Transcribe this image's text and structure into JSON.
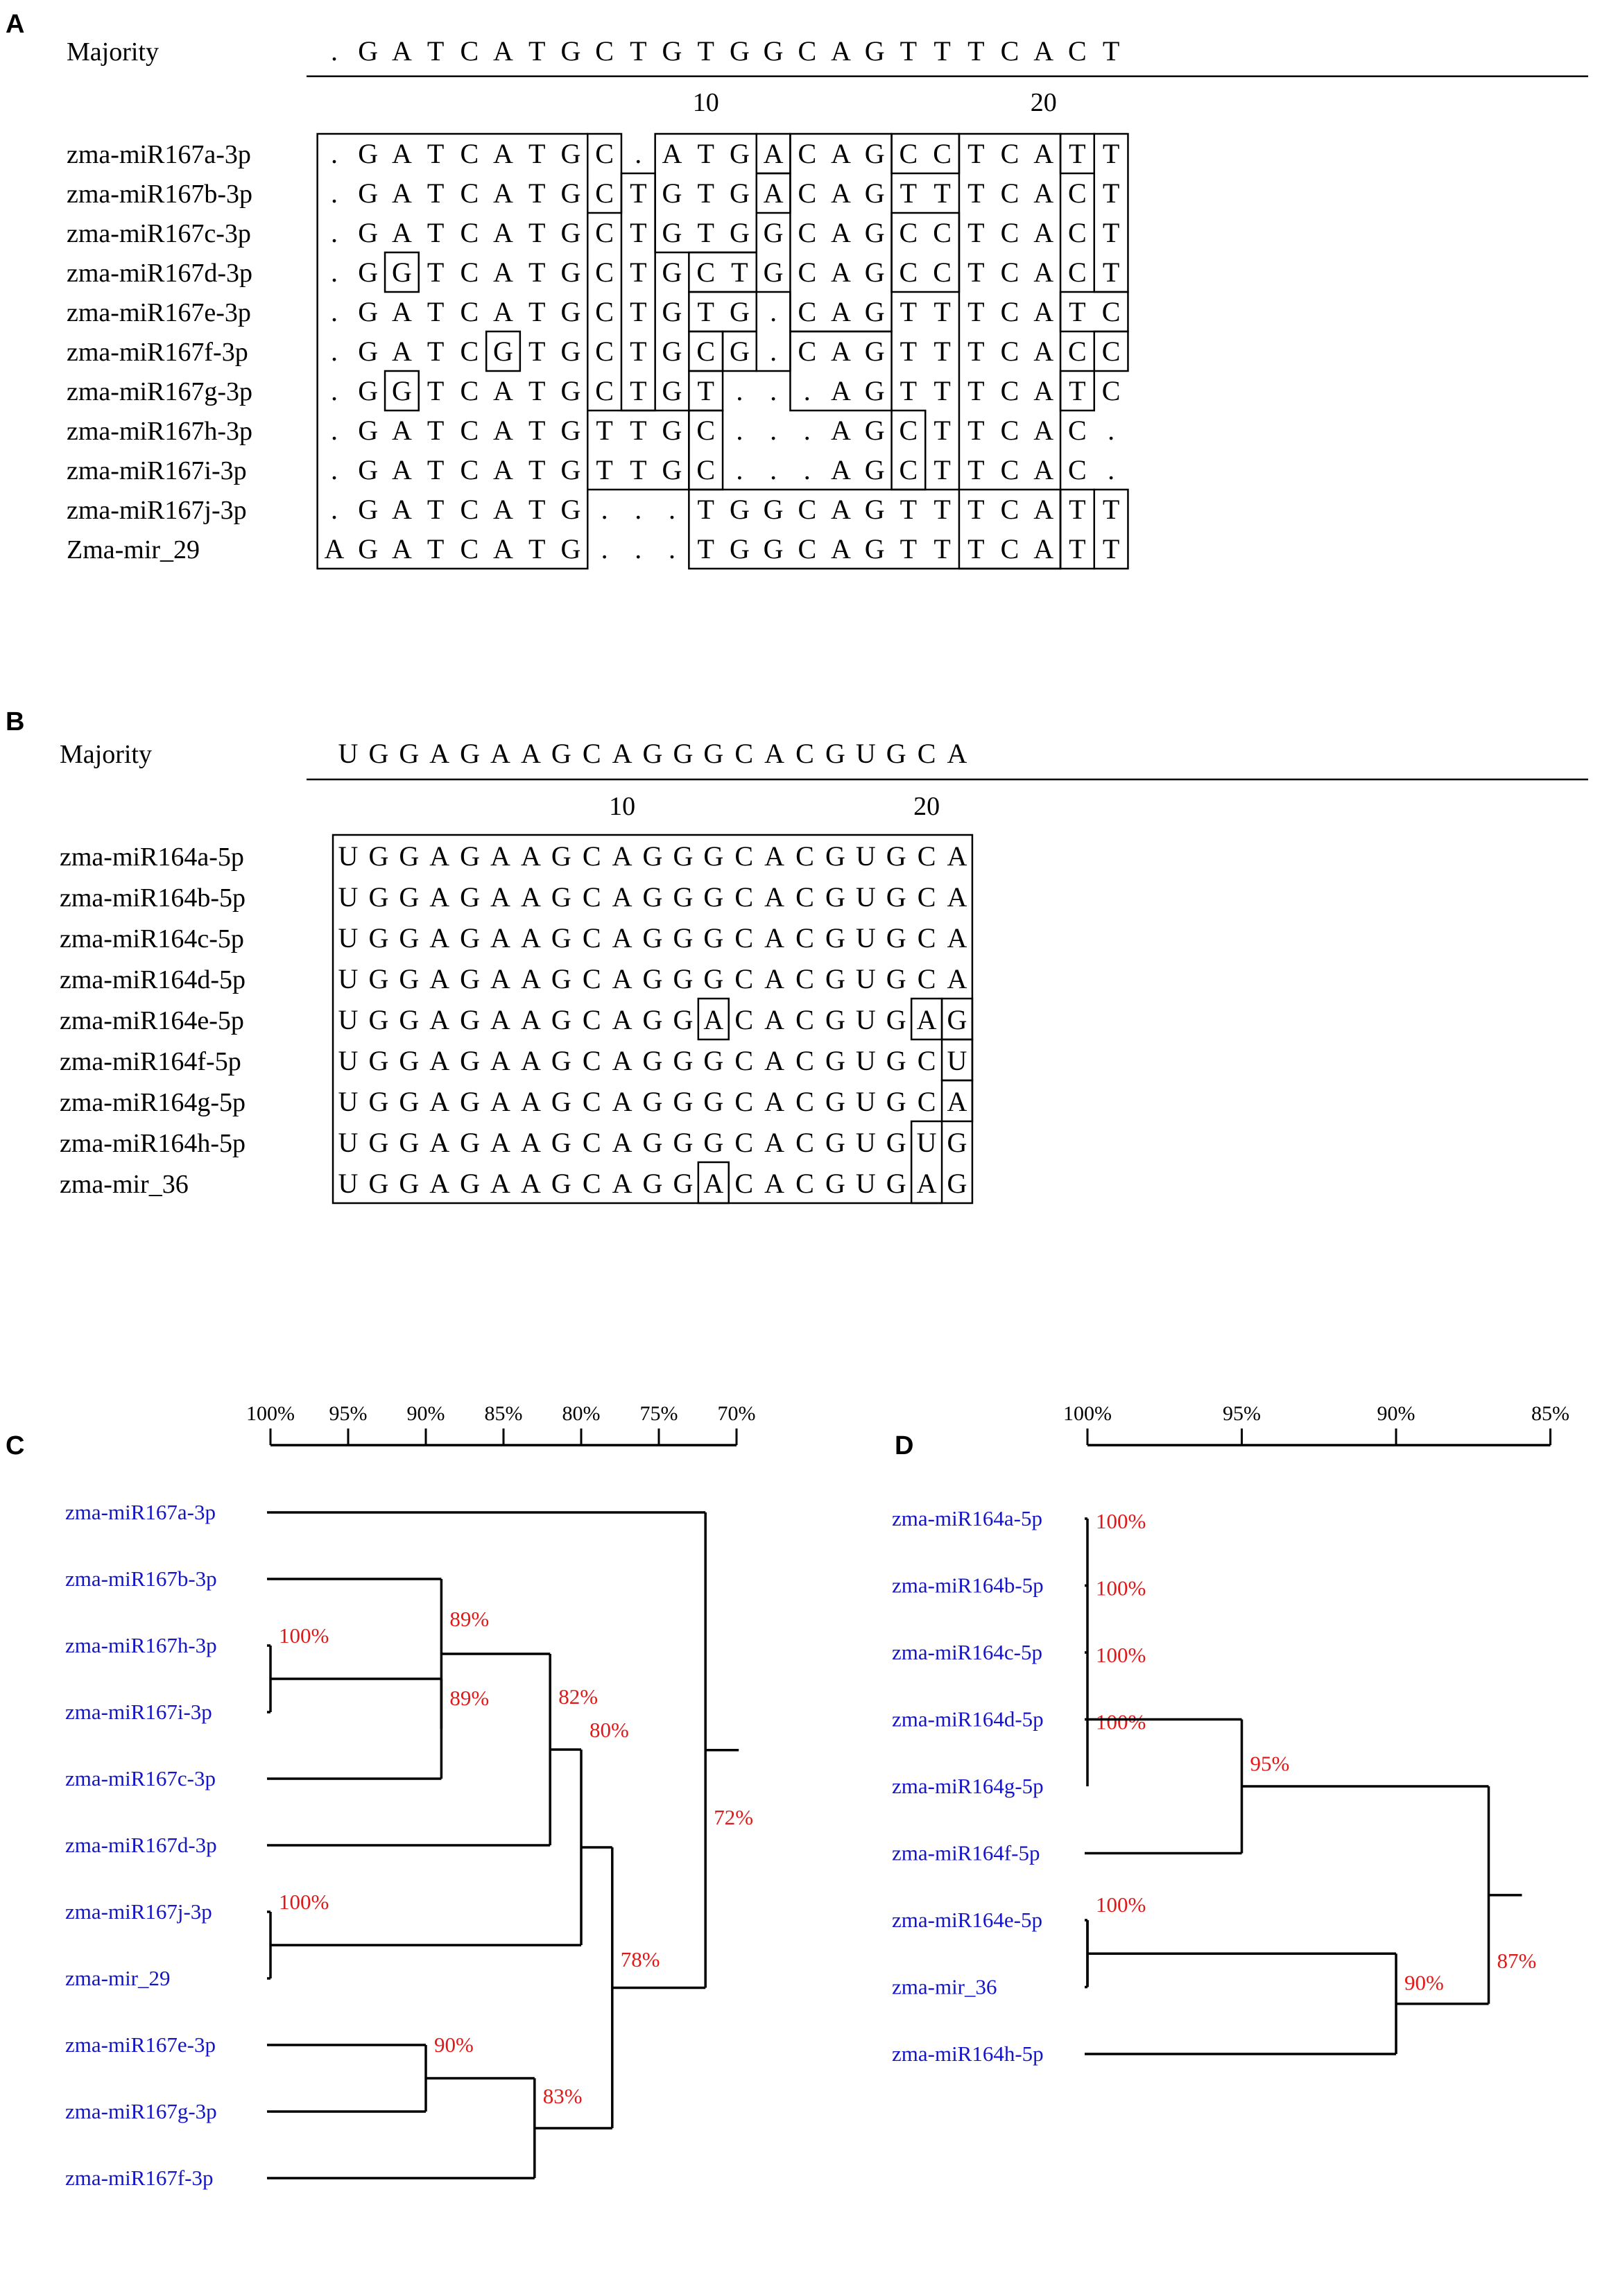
{
  "panel_letters": [
    "A",
    "B",
    "C",
    "D"
  ],
  "alignment_a": {
    "majority_label": "Majority",
    "majority": [
      ".",
      "G",
      "A",
      "T",
      "C",
      "A",
      "T",
      "G",
      "C",
      "T",
      "G",
      "T",
      "G",
      "G",
      "C",
      "A",
      "G",
      "T",
      "T",
      "T",
      "C",
      "A",
      "C",
      "T"
    ],
    "ruler_marks": [
      {
        "label": "10",
        "col": 10
      },
      {
        "label": "20",
        "col": 20
      }
    ],
    "sequences": [
      {
        "name": "zma-miR167a-3p",
        "bases": [
          ".",
          "G",
          "A",
          "T",
          "C",
          "A",
          "T",
          "G",
          "C",
          ".",
          "A",
          "T",
          "G",
          "A",
          "C",
          "A",
          "G",
          "C",
          "C",
          "T",
          "C",
          "A",
          "T",
          "T"
        ]
      },
      {
        "name": "zma-miR167b-3p",
        "bases": [
          ".",
          "G",
          "A",
          "T",
          "C",
          "A",
          "T",
          "G",
          "C",
          "T",
          "G",
          "T",
          "G",
          "A",
          "C",
          "A",
          "G",
          "T",
          "T",
          "T",
          "C",
          "A",
          "C",
          "T"
        ]
      },
      {
        "name": "zma-miR167c-3p",
        "bases": [
          ".",
          "G",
          "A",
          "T",
          "C",
          "A",
          "T",
          "G",
          "C",
          "T",
          "G",
          "T",
          "G",
          "G",
          "C",
          "A",
          "G",
          "C",
          "C",
          "T",
          "C",
          "A",
          "C",
          "T"
        ]
      },
      {
        "name": "zma-miR167d-3p",
        "bases": [
          ".",
          "G",
          "G",
          "T",
          "C",
          "A",
          "T",
          "G",
          "C",
          "T",
          "G",
          "C",
          "T",
          "G",
          "C",
          "A",
          "G",
          "C",
          "C",
          "T",
          "C",
          "A",
          "C",
          "T"
        ]
      },
      {
        "name": "zma-miR167e-3p",
        "bases": [
          ".",
          "G",
          "A",
          "T",
          "C",
          "A",
          "T",
          "G",
          "C",
          "T",
          "G",
          "T",
          "G",
          ".",
          "C",
          "A",
          "G",
          "T",
          "T",
          "T",
          "C",
          "A",
          "T",
          "C"
        ]
      },
      {
        "name": "zma-miR167f-3p",
        "bases": [
          ".",
          "G",
          "A",
          "T",
          "C",
          "G",
          "T",
          "G",
          "C",
          "T",
          "G",
          "C",
          "G",
          ".",
          "C",
          "A",
          "G",
          "T",
          "T",
          "T",
          "C",
          "A",
          "C",
          "C"
        ]
      },
      {
        "name": "zma-miR167g-3p",
        "bases": [
          ".",
          "G",
          "G",
          "T",
          "C",
          "A",
          "T",
          "G",
          "C",
          "T",
          "G",
          "T",
          ".",
          ".",
          ".",
          "A",
          "G",
          "T",
          "T",
          "T",
          "C",
          "A",
          "T",
          "C"
        ]
      },
      {
        "name": "zma-miR167h-3p",
        "bases": [
          ".",
          "G",
          "A",
          "T",
          "C",
          "A",
          "T",
          "G",
          "T",
          "T",
          "G",
          "C",
          ".",
          ".",
          ".",
          "A",
          "G",
          "C",
          "T",
          "T",
          "C",
          "A",
          "C",
          "."
        ]
      },
      {
        "name": "zma-miR167i-3p",
        "bases": [
          ".",
          "G",
          "A",
          "T",
          "C",
          "A",
          "T",
          "G",
          "T",
          "T",
          "G",
          "C",
          ".",
          ".",
          ".",
          "A",
          "G",
          "C",
          "T",
          "T",
          "C",
          "A",
          "C",
          "."
        ]
      },
      {
        "name": "zma-miR167j-3p",
        "bases": [
          ".",
          "G",
          "A",
          "T",
          "C",
          "A",
          "T",
          "G",
          ".",
          ".",
          ".",
          "T",
          "G",
          "G",
          "C",
          "A",
          "G",
          "T",
          "T",
          "T",
          "C",
          "A",
          "T",
          "T"
        ]
      },
      {
        "name": "Zma-mir_29",
        "bases": [
          "A",
          "G",
          "A",
          "T",
          "C",
          "A",
          "T",
          "G",
          ".",
          ".",
          ".",
          "T",
          "G",
          "G",
          "C",
          "A",
          "G",
          "T",
          "T",
          "T",
          "C",
          "A",
          "T",
          "T"
        ]
      }
    ]
  },
  "alignment_b": {
    "majority_label": "Majority",
    "majority": [
      "U",
      "G",
      "G",
      "A",
      "G",
      "A",
      "A",
      "G",
      "C",
      "A",
      "G",
      "G",
      "G",
      "C",
      "A",
      "C",
      "G",
      "U",
      "G",
      "C",
      "A"
    ],
    "ruler_marks": [
      {
        "label": "10",
        "col": 10
      },
      {
        "label": "20",
        "col": 20
      }
    ],
    "sequences": [
      {
        "name": "zma-miR164a-5p",
        "bases": [
          "U",
          "G",
          "G",
          "A",
          "G",
          "A",
          "A",
          "G",
          "C",
          "A",
          "G",
          "G",
          "G",
          "C",
          "A",
          "C",
          "G",
          "U",
          "G",
          "C",
          "A"
        ]
      },
      {
        "name": "zma-miR164b-5p",
        "bases": [
          "U",
          "G",
          "G",
          "A",
          "G",
          "A",
          "A",
          "G",
          "C",
          "A",
          "G",
          "G",
          "G",
          "C",
          "A",
          "C",
          "G",
          "U",
          "G",
          "C",
          "A"
        ]
      },
      {
        "name": "zma-miR164c-5p",
        "bases": [
          "U",
          "G",
          "G",
          "A",
          "G",
          "A",
          "A",
          "G",
          "C",
          "A",
          "G",
          "G",
          "G",
          "C",
          "A",
          "C",
          "G",
          "U",
          "G",
          "C",
          "A"
        ]
      },
      {
        "name": "zma-miR164d-5p",
        "bases": [
          "U",
          "G",
          "G",
          "A",
          "G",
          "A",
          "A",
          "G",
          "C",
          "A",
          "G",
          "G",
          "G",
          "C",
          "A",
          "C",
          "G",
          "U",
          "G",
          "C",
          "A"
        ]
      },
      {
        "name": "zma-miR164e-5p",
        "bases": [
          "U",
          "G",
          "G",
          "A",
          "G",
          "A",
          "A",
          "G",
          "C",
          "A",
          "G",
          "G",
          "A",
          "C",
          "A",
          "C",
          "G",
          "U",
          "G",
          "A",
          "G"
        ]
      },
      {
        "name": "zma-miR164f-5p",
        "bases": [
          "U",
          "G",
          "G",
          "A",
          "G",
          "A",
          "A",
          "G",
          "C",
          "A",
          "G",
          "G",
          "G",
          "C",
          "A",
          "C",
          "G",
          "U",
          "G",
          "C",
          "U"
        ]
      },
      {
        "name": "zma-miR164g-5p",
        "bases": [
          "U",
          "G",
          "G",
          "A",
          "G",
          "A",
          "A",
          "G",
          "C",
          "A",
          "G",
          "G",
          "G",
          "C",
          "A",
          "C",
          "G",
          "U",
          "G",
          "C",
          "A"
        ]
      },
      {
        "name": "zma-miR164h-5p",
        "bases": [
          "U",
          "G",
          "G",
          "A",
          "G",
          "A",
          "A",
          "G",
          "C",
          "A",
          "G",
          "G",
          "G",
          "C",
          "A",
          "C",
          "G",
          "U",
          "G",
          "U",
          "G"
        ]
      },
      {
        "name": "zma-mir_36",
        "bases": [
          "U",
          "G",
          "G",
          "A",
          "G",
          "A",
          "A",
          "G",
          "C",
          "A",
          "G",
          "G",
          "A",
          "C",
          "A",
          "C",
          "G",
          "U",
          "G",
          "A",
          "G"
        ]
      }
    ]
  },
  "tree_c": {
    "scale": {
      "ticks": [
        "100%",
        "95%",
        "90%",
        "85%",
        "80%",
        "75%",
        "70%"
      ],
      "values": [
        100,
        95,
        90,
        85,
        80,
        75,
        70
      ]
    },
    "leaves": [
      "zma-miR167a-3p",
      "zma-miR167b-3p",
      "zma-miR167h-3p",
      "zma-miR167i-3p",
      "zma-miR167c-3p",
      "zma-miR167d-3p",
      "zma-miR167j-3p",
      "zma-mir_29",
      "zma-miR167e-3p",
      "zma-miR167g-3p",
      "zma-miR167f-3p"
    ],
    "nodes": [
      {
        "id": "hi",
        "label": "100%",
        "similarity": 100
      },
      {
        "id": "bhic",
        "label": "89%",
        "similarity": 89
      },
      {
        "id": "hic",
        "label": "89%",
        "similarity": 89
      },
      {
        "id": "bhicd",
        "label": "82%",
        "similarity": 82
      },
      {
        "id": "j29",
        "label": "100%",
        "similarity": 100
      },
      {
        "id": "bhicdj",
        "label": "80%",
        "similarity": 80
      },
      {
        "id": "eg",
        "label": "90%",
        "similarity": 90
      },
      {
        "id": "egf",
        "label": "83%",
        "similarity": 83
      },
      {
        "id": "sub",
        "label": "78%",
        "similarity": 78
      },
      {
        "id": "root",
        "label": "72%",
        "similarity": 72
      }
    ]
  },
  "tree_d": {
    "scale": {
      "ticks": [
        "100%",
        "95%",
        "90%",
        "85%"
      ],
      "values": [
        100,
        95,
        90,
        85
      ]
    },
    "leaves": [
      "zma-miR164a-5p",
      "zma-miR164b-5p",
      "zma-miR164c-5p",
      "zma-miR164d-5p",
      "zma-miR164g-5p",
      "zma-miR164f-5p",
      "zma-miR164e-5p",
      "zma-mir_36",
      "zma-miR164h-5p"
    ],
    "nodes": [
      {
        "id": "a",
        "label": "100%",
        "similarity": 100
      },
      {
        "id": "b",
        "label": "100%",
        "similarity": 100
      },
      {
        "id": "c",
        "label": "100%",
        "similarity": 100
      },
      {
        "id": "d",
        "label": "100%",
        "similarity": 100
      },
      {
        "id": "abcdgf",
        "label": "95%",
        "similarity": 95
      },
      {
        "id": "e36",
        "label": "100%",
        "similarity": 100
      },
      {
        "id": "e36h",
        "label": "90%",
        "similarity": 90
      },
      {
        "id": "root",
        "label": "87%",
        "similarity": 87
      }
    ]
  }
}
